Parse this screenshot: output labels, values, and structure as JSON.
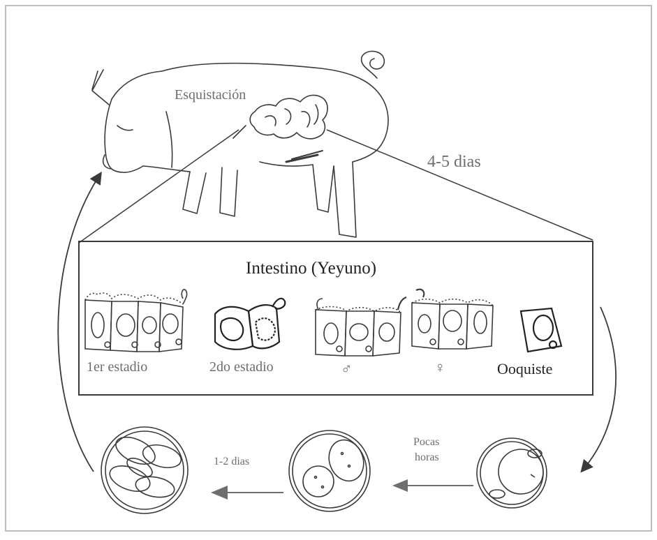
{
  "labels": {
    "excystation": "Esquistación",
    "duration_pig": "4-5 dias",
    "intestine_title": "Intestino (Yeyuno)",
    "stage1": "1er estadio",
    "stage2": "2do estadio",
    "male_symbol": "♂",
    "female_symbol": "♀",
    "oocyst": "Ooquiste",
    "few_hours_line1": "Pocas",
    "few_hours_line2": "horas",
    "duration_sporulation": "1-2 dias"
  },
  "colors": {
    "line": "#3a3a3a",
    "gray_text": "#6d6d6d",
    "dark_text": "#222222",
    "arrow_fill": "#6e6e6e"
  }
}
